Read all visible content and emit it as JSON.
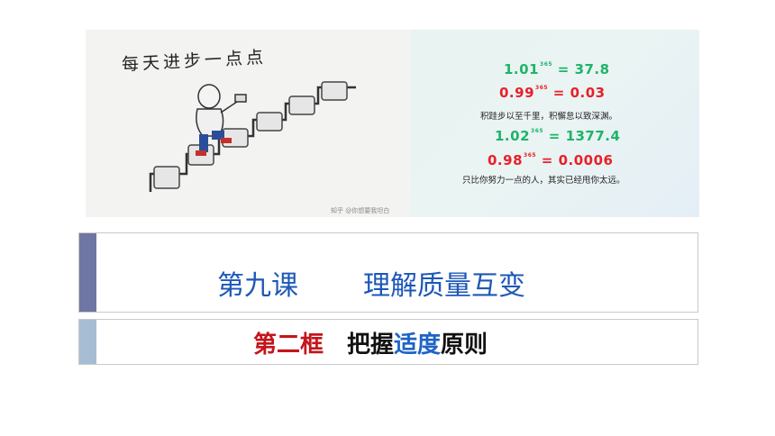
{
  "banner": {
    "handwriting": "每天进步一点点",
    "watermark": "知乎 @你想要我坦白",
    "equations": [
      {
        "base": "1.01",
        "exp": "365",
        "result": "37.8",
        "color": "#1fb36b"
      },
      {
        "base": "0.99",
        "exp": "365",
        "result": "0.03",
        "color": "#e8202a"
      },
      {
        "base": "1.02",
        "exp": "365",
        "result": "1377.4",
        "color": "#1fb36b"
      },
      {
        "base": "0.98",
        "exp": "365",
        "result": "0.0006",
        "color": "#e8202a"
      }
    ],
    "proverb_1": "积跬步以至千里，积懈怠以致深渊。",
    "proverb_2": "只比你努力一点的人，其实已经甩你太远。"
  },
  "title": {
    "lesson": "第九课",
    "topic": "理解质量互变",
    "color": "#1d57b8",
    "accent_bar": "#6e77a3"
  },
  "subtitle": {
    "frame": "第二框",
    "part_a": "把握",
    "part_b": "适度",
    "part_c": "原则",
    "frame_color": "#c3161c",
    "highlight_color": "#1e63c6",
    "accent_bar": "#a7bdd3"
  }
}
